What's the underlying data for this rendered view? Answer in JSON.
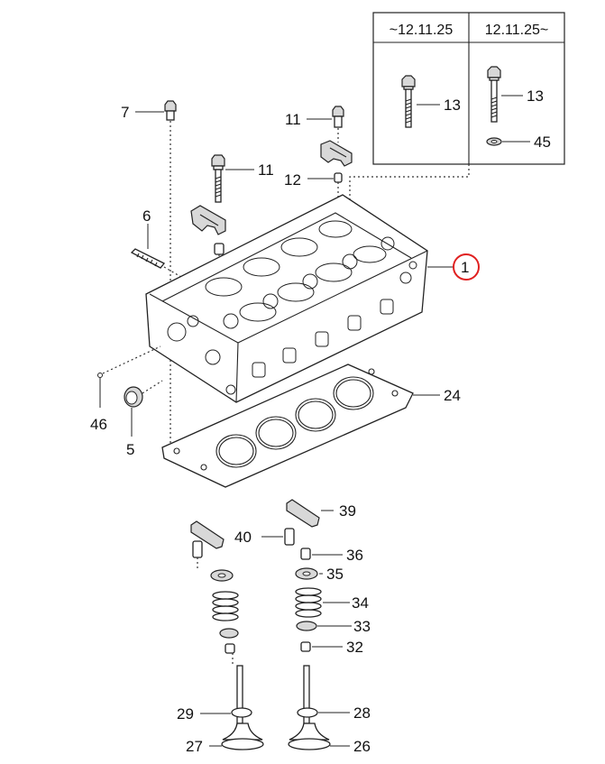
{
  "table": {
    "col1_header": "~12.11.25",
    "col2_header": "12.11.25~"
  },
  "callouts": {
    "c1": "1",
    "c5": "5",
    "c6": "6",
    "c7": "7",
    "c11a": "11",
    "c11b": "11",
    "c12": "12",
    "c13a": "13",
    "c13b": "13",
    "c24": "24",
    "c26": "26",
    "c27": "27",
    "c28": "28",
    "c29": "29",
    "c32": "32",
    "c33": "33",
    "c34": "34",
    "c35": "35",
    "c36": "36",
    "c39": "39",
    "c40": "40",
    "c45": "45",
    "c46": "46"
  },
  "highlight_color": "#e02020"
}
